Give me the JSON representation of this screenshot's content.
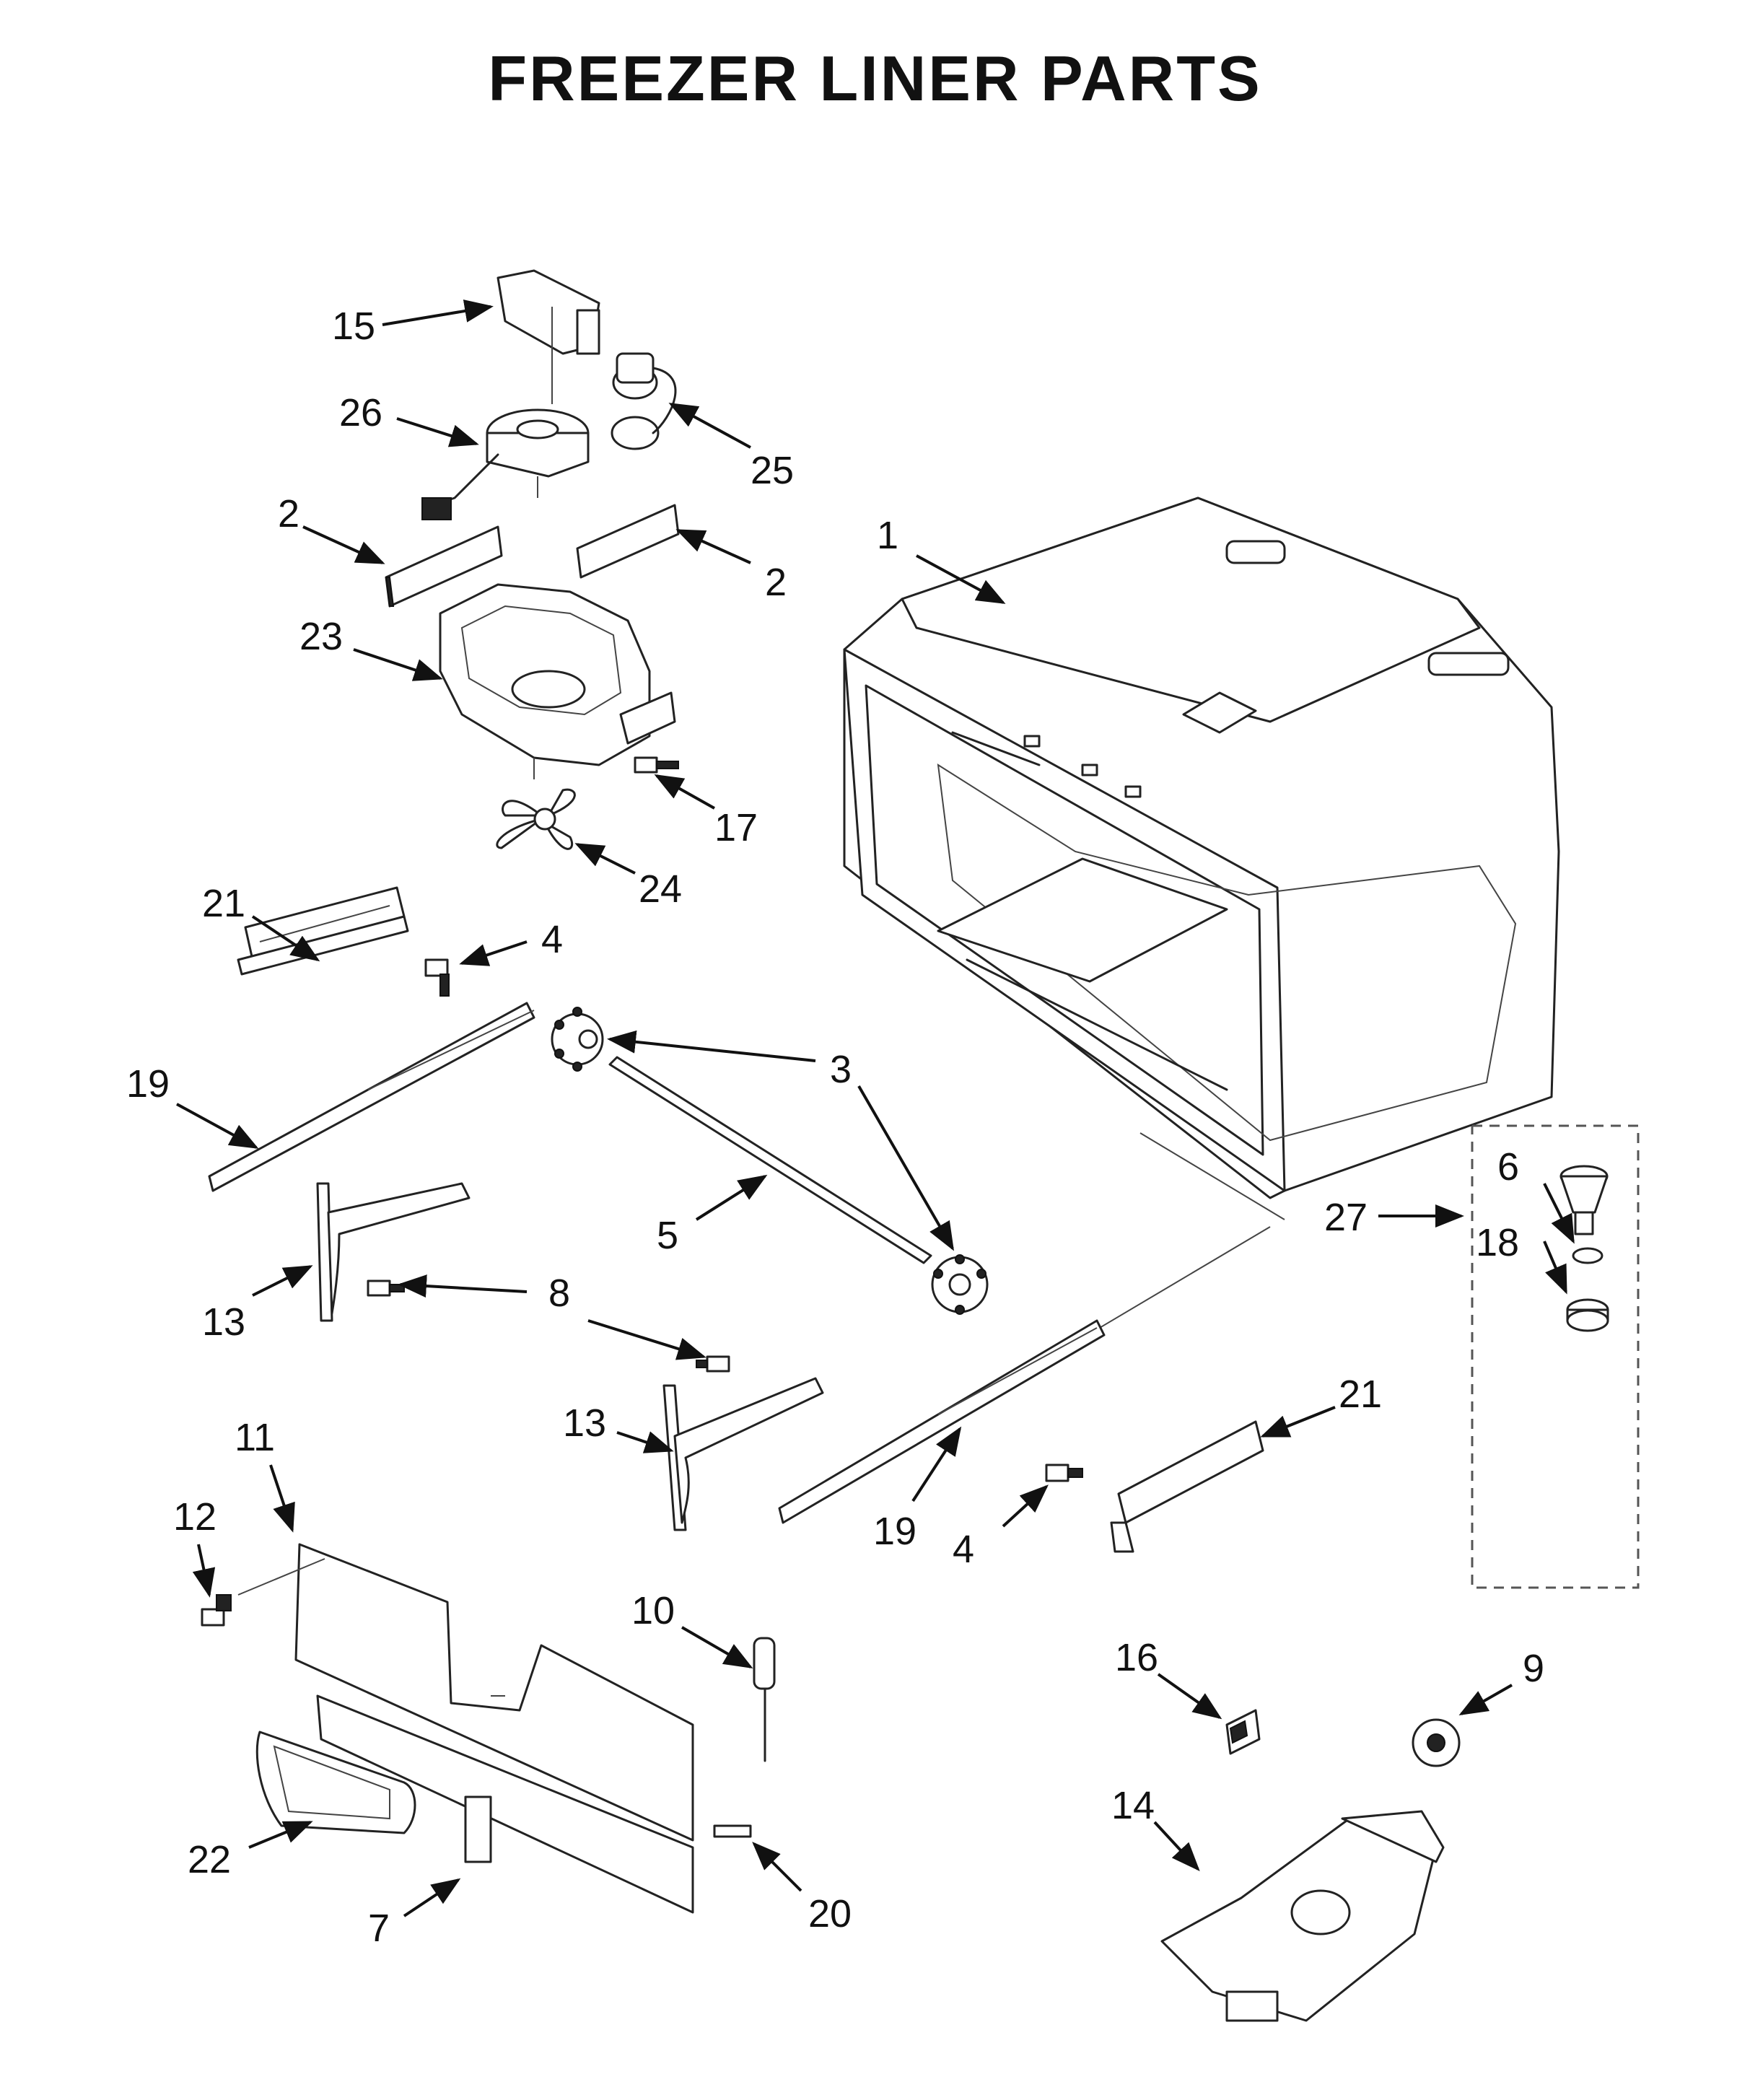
{
  "title": "FREEZER LINER PARTS",
  "callouts": [
    {
      "id": "c15",
      "text": "15"
    },
    {
      "id": "c26",
      "text": "26"
    },
    {
      "id": "c25",
      "text": "25"
    },
    {
      "id": "c2a",
      "text": "2"
    },
    {
      "id": "c2b",
      "text": "2"
    },
    {
      "id": "c1",
      "text": "1"
    },
    {
      "id": "c23",
      "text": "23"
    },
    {
      "id": "c17",
      "text": "17"
    },
    {
      "id": "c24",
      "text": "24"
    },
    {
      "id": "c21a",
      "text": "21"
    },
    {
      "id": "c4a",
      "text": "4"
    },
    {
      "id": "c19a",
      "text": "19"
    },
    {
      "id": "c3",
      "text": "3"
    },
    {
      "id": "c5",
      "text": "5"
    },
    {
      "id": "c13a",
      "text": "13"
    },
    {
      "id": "c8",
      "text": "8"
    },
    {
      "id": "c6",
      "text": "6"
    },
    {
      "id": "c27",
      "text": "27"
    },
    {
      "id": "c18",
      "text": "18"
    },
    {
      "id": "c13b",
      "text": "13"
    },
    {
      "id": "c21b",
      "text": "21"
    },
    {
      "id": "c19b",
      "text": "19"
    },
    {
      "id": "c4b",
      "text": "4"
    },
    {
      "id": "c11",
      "text": "11"
    },
    {
      "id": "c12",
      "text": "12"
    },
    {
      "id": "c10",
      "text": "10"
    },
    {
      "id": "c16",
      "text": "16"
    },
    {
      "id": "c9",
      "text": "9"
    },
    {
      "id": "c14",
      "text": "14"
    },
    {
      "id": "c22",
      "text": "22"
    },
    {
      "id": "c7",
      "text": "7"
    },
    {
      "id": "c20",
      "text": "20"
    }
  ]
}
